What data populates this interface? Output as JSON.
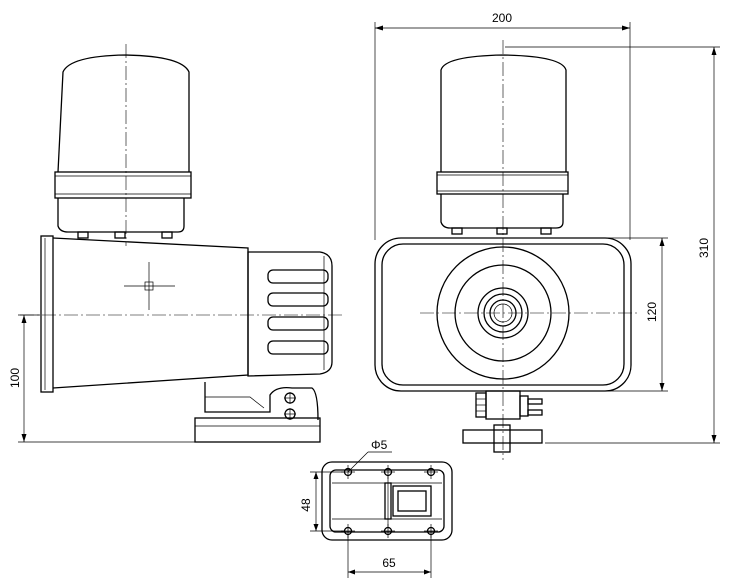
{
  "dimensions": {
    "overall_width": "200",
    "overall_height": "310",
    "housing_height": "120",
    "mount_height": "100",
    "hole_diameter": "Φ5",
    "base_depth": "48",
    "hole_spacing": "65"
  }
}
